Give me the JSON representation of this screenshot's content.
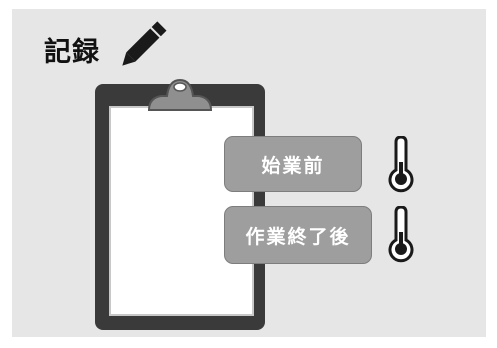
{
  "title": "記録",
  "labels": {
    "before_start": "始業前",
    "after_end": "作業終了後"
  },
  "icons": {
    "pencil": "pencil-icon",
    "clipboard": "clipboard-icon",
    "thermometer": "thermometer-icon"
  },
  "colors": {
    "background": "#e6e6e6",
    "label_fill": "#9e9e9e",
    "clipboard_board": "#3a3a3a"
  }
}
